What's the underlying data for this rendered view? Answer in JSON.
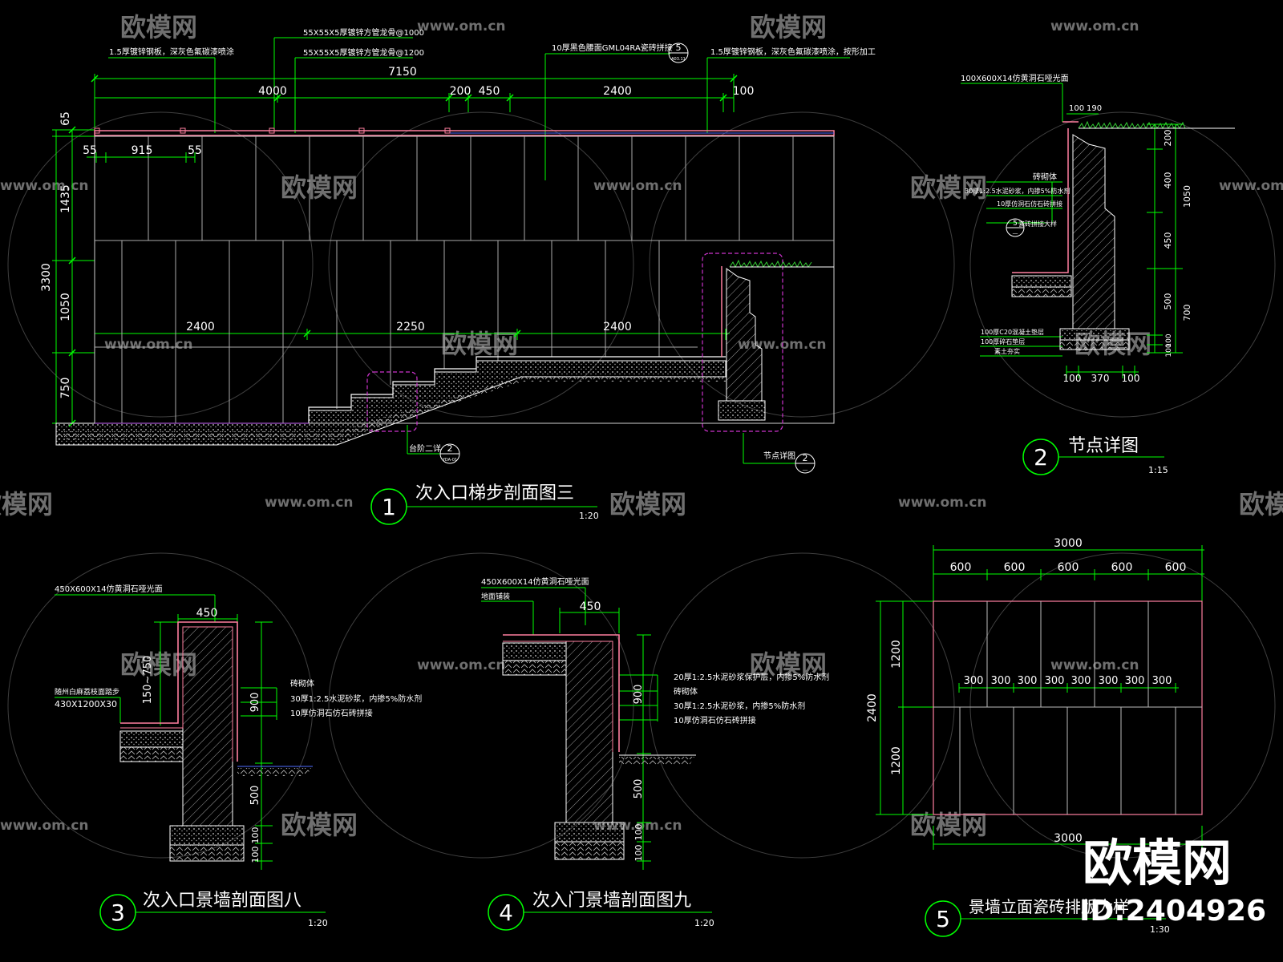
{
  "watermark": {
    "brand": "欧模网",
    "url": "www.om.cn",
    "id_text": "ID:2404926"
  },
  "colors": {
    "background": "#000000",
    "dimension": "#00ff00",
    "wall": "#ff7f9f",
    "outline": "#ffffff",
    "frame": "#cc33cc",
    "hatch": "#bfbfbf",
    "grass": "#33cc33"
  },
  "drawing1": {
    "number": "1",
    "title": "次入口梯步剖面图三",
    "scale": "1:20",
    "dims_top": {
      "total": "7150",
      "a": "4000",
      "b": "200",
      "c": "450",
      "d": "2400",
      "e": "100"
    },
    "dims_left": {
      "total": "3300",
      "a": "65",
      "b": "1435",
      "c": "1050",
      "d": "750"
    },
    "dims_panel": {
      "a": "55",
      "b": "915",
      "c": "55"
    },
    "dims_mid": {
      "a": "2400",
      "b": "2250",
      "c": "2400"
    },
    "notes": {
      "n1": "55X55X5厚镀锌方管龙骨@1000",
      "n2": "55X55X5厚镀锌方管龙骨@1200",
      "n3": "1.5厚镀锌钢板，深灰色氟碳漆喷涂",
      "n4": "10厚黑色腰面GML04RA瓷砖拼接",
      "n5": "1.5厚镀锌钢板，深灰色氟碳漆喷涂，按形加工",
      "stair": "台阶二详",
      "node": "节点详图"
    },
    "callouts": {
      "c5_top": "5",
      "c5_bottom": "A03.11",
      "c2a_top": "2",
      "c2a_bottom": "YDA-01",
      "c2b_top": "2",
      "c2b_bottom": "—"
    }
  },
  "drawing2": {
    "number": "2",
    "title": "节点详图",
    "scale": "1:15",
    "top_note": "100X600X14仿黄洞石哑光面",
    "dims_top": {
      "a": "100",
      "b": "190"
    },
    "dims_right": {
      "a": "200",
      "b": "400",
      "c": "450",
      "d": "500",
      "e": "100",
      "f": "100",
      "g": "1050",
      "h": "700"
    },
    "dims_bottom": {
      "a": "100",
      "b": "370",
      "c": "100"
    },
    "notes": {
      "n1": "砖砌体",
      "n2": "30厚1:2.5水泥砂浆，内掺5%防水剂",
      "n3": "10厚仿洞石仿石砖拼接",
      "n4": "瓷砖拼接大样",
      "n5": "100厚C20混凝土垫层",
      "n6": "100厚碎石垫层",
      "n7": "素土夯实"
    },
    "callout": {
      "top": "5",
      "bottom": "—"
    }
  },
  "drawing3": {
    "number": "3",
    "title": "次入口景墙剖面图八",
    "scale": "1:20",
    "top_note": "450X600X14仿黄洞石哑光面",
    "left_note_1": "随州白麻荔枝面踏步",
    "left_note_2": "430X1200X30",
    "dims": {
      "top": "450",
      "step": "150~750",
      "h1": "900",
      "h2": "500",
      "h3": "100",
      "h4": "100"
    },
    "notes": {
      "n1": "砖砌体",
      "n2": "30厚1:2.5水泥砂浆，内掺5%防水剂",
      "n3": "10厚仿洞石仿石砖拼接"
    }
  },
  "drawing4": {
    "number": "4",
    "title": "次入门景墙剖面图九",
    "scale": "1:20",
    "top_note": "450X600X14仿黄洞石哑光面",
    "left_note": "地面铺装",
    "dims": {
      "top": "450",
      "h1": "900",
      "h2": "500",
      "h3": "100",
      "h4": "100"
    },
    "notes": {
      "n1": "20厚1:2.5水泥砂浆保护层，内掺5%防水剂",
      "n2": "砖砌体",
      "n3": "30厚1:2.5水泥砂浆，内掺5%防水剂",
      "n4": "10厚仿洞石仿石砖拼接"
    }
  },
  "drawing5": {
    "number": "5",
    "title": "景墙立面瓷砖排版大样",
    "scale": "1:30",
    "dims_top": {
      "total": "3000",
      "cols": [
        "600",
        "600",
        "600",
        "600",
        "600"
      ]
    },
    "dims_mid": [
      "300",
      "300",
      "300",
      "300",
      "300",
      "300",
      "300",
      "300"
    ],
    "dims_left": {
      "total": "2400",
      "a": "1200",
      "b": "1200"
    },
    "dims_bottom": "3000"
  }
}
